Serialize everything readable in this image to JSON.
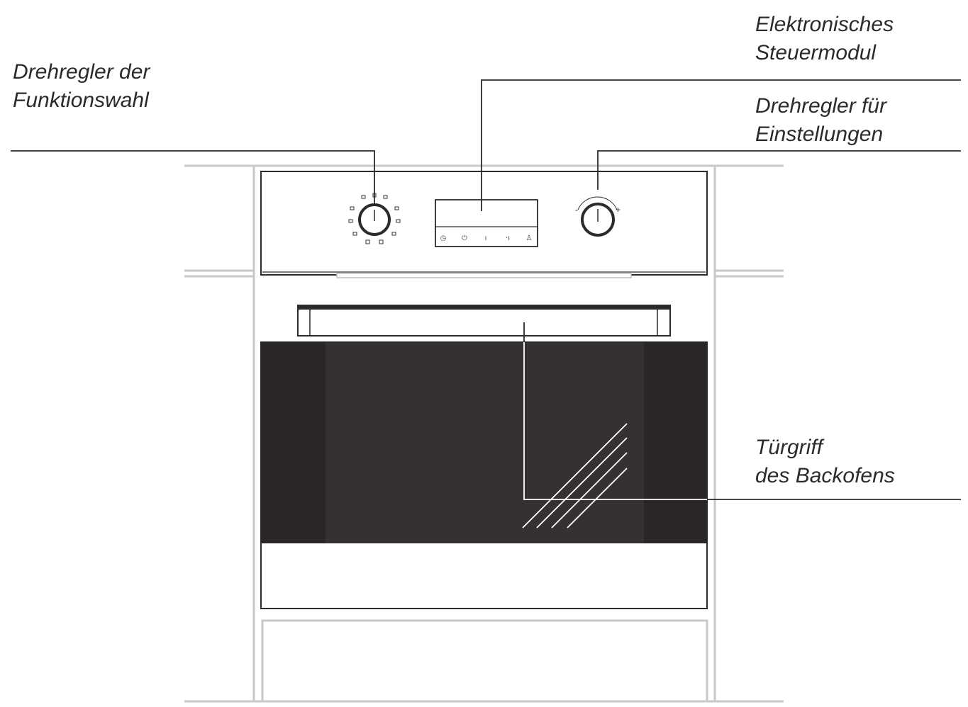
{
  "labels": {
    "function_knob": {
      "line1": "Drehregler der",
      "line2": "Funktionswahl"
    },
    "control_module": {
      "line1": "Elektronisches",
      "line2": "Steuermodul"
    },
    "settings_knob": {
      "line1": "Drehregler für",
      "line2": "Einstellungen"
    },
    "door_handle": {
      "line1": "Türgriff",
      "line2": "des Backofens"
    }
  },
  "settings_knob_marks": {
    "minus": "-",
    "plus": "+"
  },
  "module_buttons": [
    {
      "icon": "clock-icon",
      "glyph": "◷"
    },
    {
      "icon": "power-icon",
      "glyph": "⏻"
    },
    {
      "icon": "minus-icon",
      "glyph": "ı"
    },
    {
      "icon": "plus-icon",
      "glyph": "·ı"
    },
    {
      "icon": "person-icon",
      "glyph": "♙"
    }
  ],
  "colors": {
    "line": "#2b2b2b",
    "cabinet_line": "#c8c8c8",
    "glass_dark": "#2a2626",
    "glass_center": "#353131",
    "reflection": "#ffffff"
  }
}
